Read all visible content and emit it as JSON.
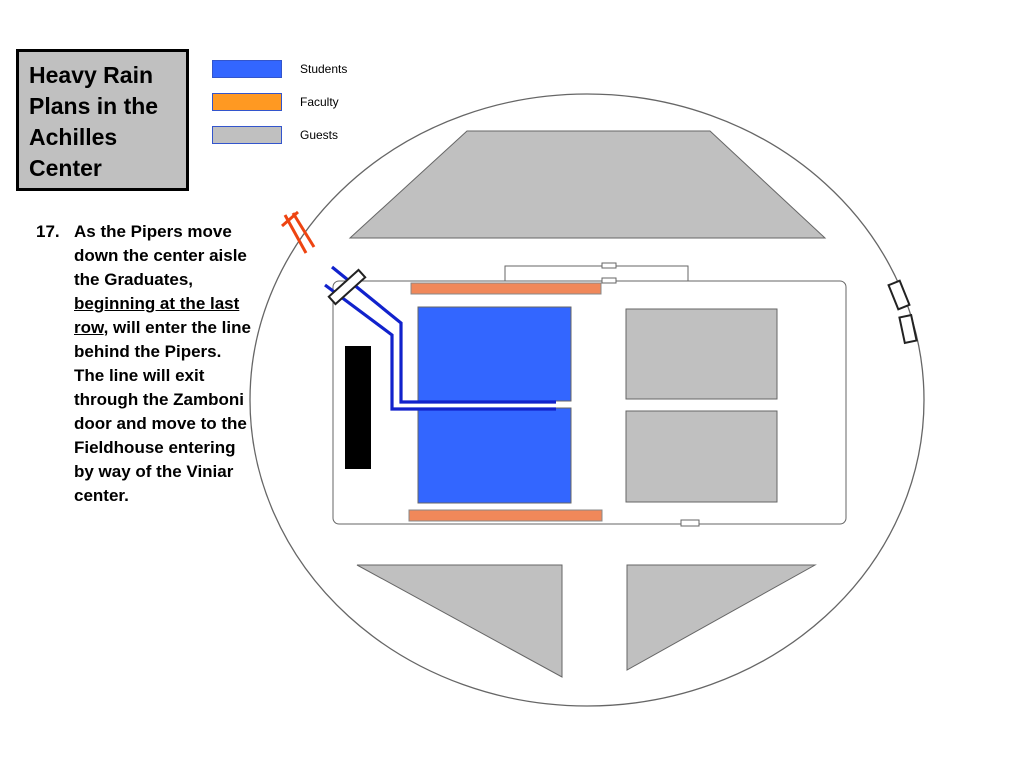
{
  "title": "Heavy Rain Plans in the Achilles Center",
  "legend": [
    {
      "label": "Students",
      "color": "#3366ff"
    },
    {
      "label": "Faculty",
      "color": "#ff9922"
    },
    {
      "label": "Guests",
      "color": "#c0c0c0"
    }
  ],
  "step": {
    "number": "17.",
    "text_before": "As the Pipers move down the center aisle the Graduates, ",
    "underlined": "beginning at the last row",
    "text_after": ", will enter the line behind the Pipers.  The line will exit through the Zamboni door and move to the Fieldhouse entering by way of the Viniar center."
  },
  "colors": {
    "students": "#3366ff",
    "faculty_bar": "#f0885a",
    "guests": "#c0c0c0",
    "path": "#1122cc",
    "exit_marker": "#ee4411",
    "stage": "#000000"
  }
}
